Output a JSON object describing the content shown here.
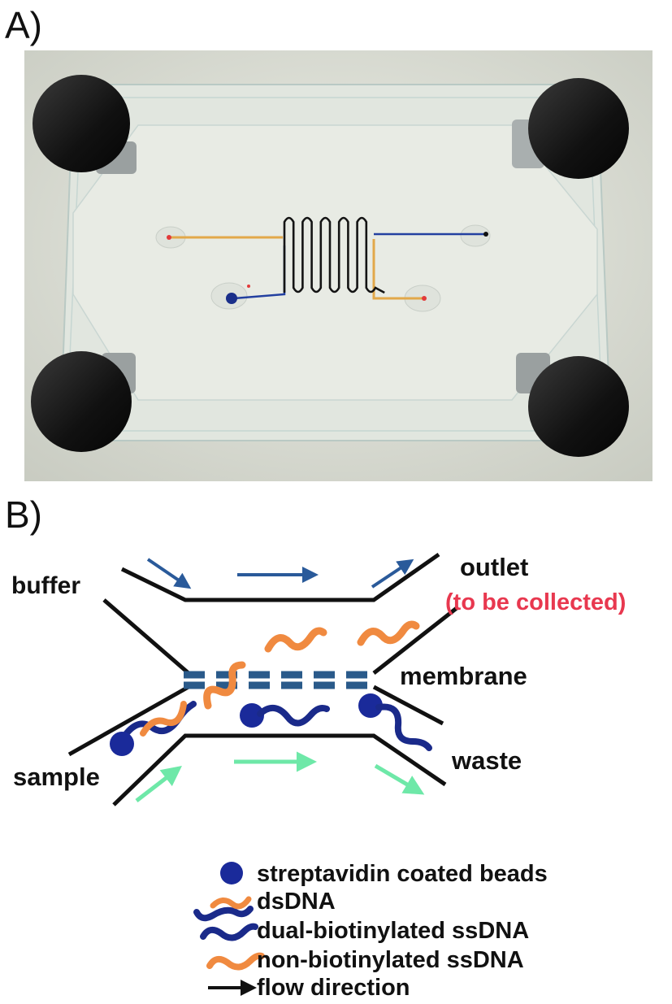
{
  "panels": {
    "a_label": "A)",
    "b_label": "B)"
  },
  "diagram": {
    "labels": {
      "buffer": "buffer",
      "outlet": "outlet",
      "to_be_collected": "(to be collected)",
      "membrane": "membrane",
      "sample": "sample",
      "waste": "waste"
    },
    "legend": [
      {
        "icon": "bead-icon",
        "text": "streptavidin coated beads"
      },
      {
        "icon": "dsdna-icon",
        "text": "dsDNA"
      },
      {
        "icon": "dual-biotinylated-ssdna-icon",
        "text": "dual-biotinylated ssDNA"
      },
      {
        "icon": "non-biotinylated-ssdna-icon",
        "text": "non-biotinylated ssDNA"
      },
      {
        "icon": "flow-arrow-icon",
        "text": "flow direction"
      }
    ]
  },
  "colors": {
    "channel": "#111111",
    "membrane": "#2a5a8a",
    "buffer_flow": "#2a5a9a",
    "sample_flow": "#6ee8a8",
    "bead": "#1a2a9a",
    "ssdna_nonbiotin": "#f08a40",
    "ssdna_dual": "#1a2a8a",
    "highlight_red": "#e8384f"
  }
}
